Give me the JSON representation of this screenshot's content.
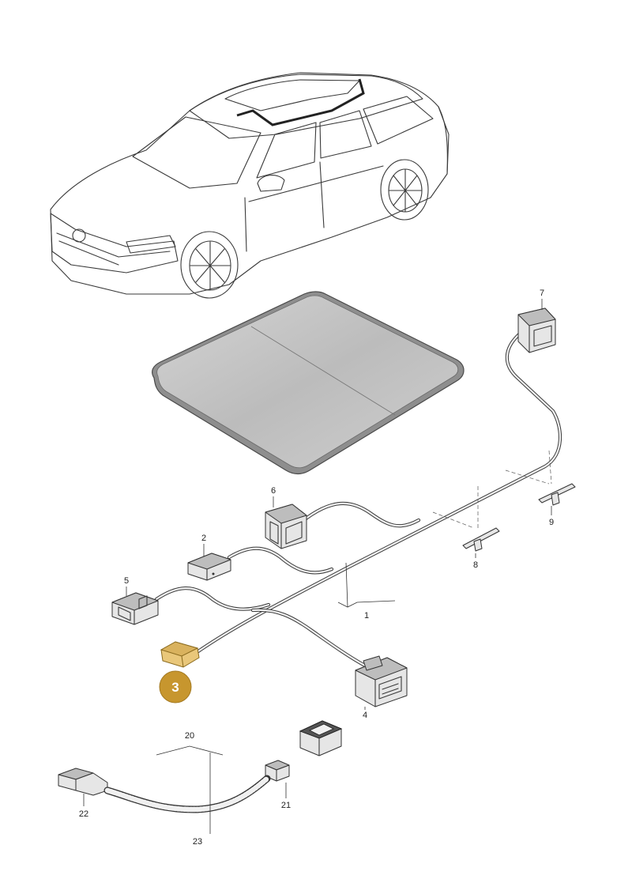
{
  "diagram": {
    "callouts": [
      {
        "id": "1",
        "label": "1"
      },
      {
        "id": "2",
        "label": "2"
      },
      {
        "id": "3",
        "label": "3",
        "highlighted": true
      },
      {
        "id": "4",
        "label": "4"
      },
      {
        "id": "5",
        "label": "5"
      },
      {
        "id": "6",
        "label": "6"
      },
      {
        "id": "7",
        "label": "7"
      },
      {
        "id": "8",
        "label": "8"
      },
      {
        "id": "9",
        "label": "9"
      },
      {
        "id": "20",
        "label": "20"
      },
      {
        "id": "21",
        "label": "21"
      },
      {
        "id": "22",
        "label": "22"
      },
      {
        "id": "23",
        "label": "23"
      }
    ],
    "colors": {
      "highlight_badge": "#c7962e",
      "highlight_part": "#e9c77a",
      "line": "#3a3a3a",
      "roof_panel": "#c9c9c9"
    }
  }
}
